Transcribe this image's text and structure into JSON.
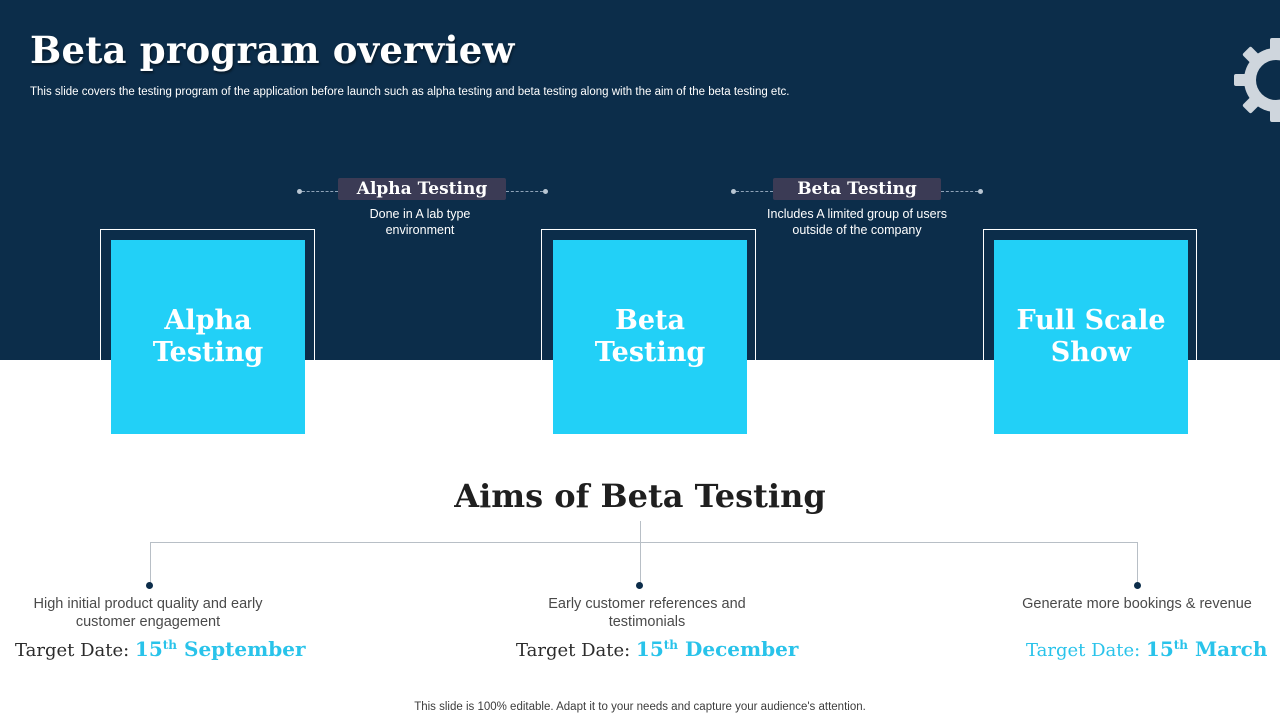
{
  "slide": {
    "title": "Beta program overview",
    "subtitle": "This slide covers the testing program of the application before launch such as alpha testing and beta testing along with the aim of the beta testing etc."
  },
  "stages": [
    {
      "label": "Alpha Testing",
      "description": "Done in A lab type environment"
    },
    {
      "label": "Beta Testing",
      "description": "Includes A limited group of users outside of the company"
    }
  ],
  "boxes": [
    {
      "text": "Alpha\nTesting"
    },
    {
      "text": "Beta\nTesting"
    },
    {
      "text": "Full Scale\nShow"
    }
  ],
  "aims": {
    "title": "Aims of Beta Testing",
    "items": [
      {
        "text": "High initial product quality and early customer engagement",
        "target_label": "Target Date:",
        "day": "15",
        "suffix": "th",
        "month": "September"
      },
      {
        "text": "Early customer references and testimonials",
        "target_label": "Target Date:",
        "day": "15",
        "suffix": "th",
        "month": "December"
      },
      {
        "text": "Generate more bookings & revenue",
        "target_label": "Target Date:",
        "day": "15",
        "suffix": "th",
        "month": "March"
      }
    ]
  },
  "footer": "This slide is 100% editable. Adapt it to your needs and capture your audience's attention.",
  "colors": {
    "navy": "#0c2d4a",
    "cyan": "#22d0f7",
    "label_bg": "#3b3b55"
  },
  "icons": [
    "gear-icon"
  ]
}
